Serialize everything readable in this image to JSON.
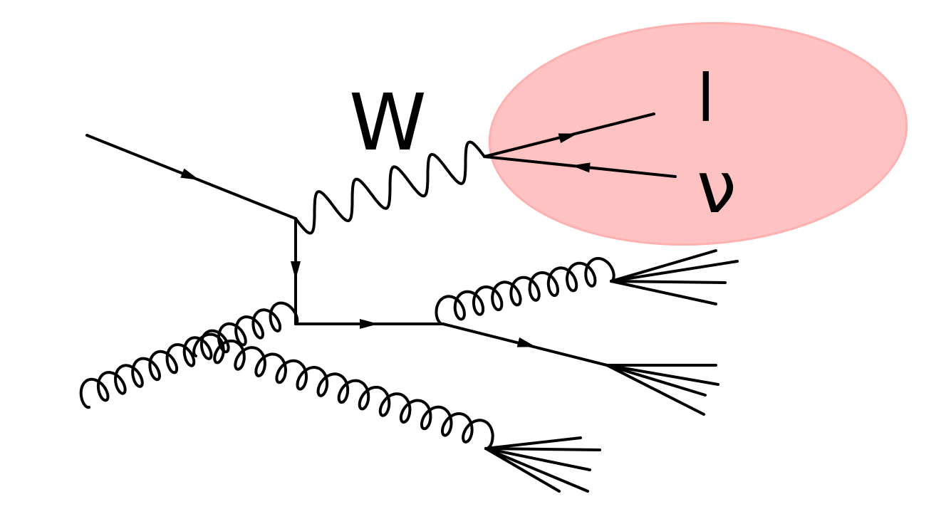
{
  "labels": {
    "boson": "W",
    "lepton": "l",
    "neutrino": "ν"
  },
  "colors": {
    "line": "#000000",
    "highlight_fill": "#ffc2c2",
    "highlight_stroke": "#ffb0b0"
  }
}
